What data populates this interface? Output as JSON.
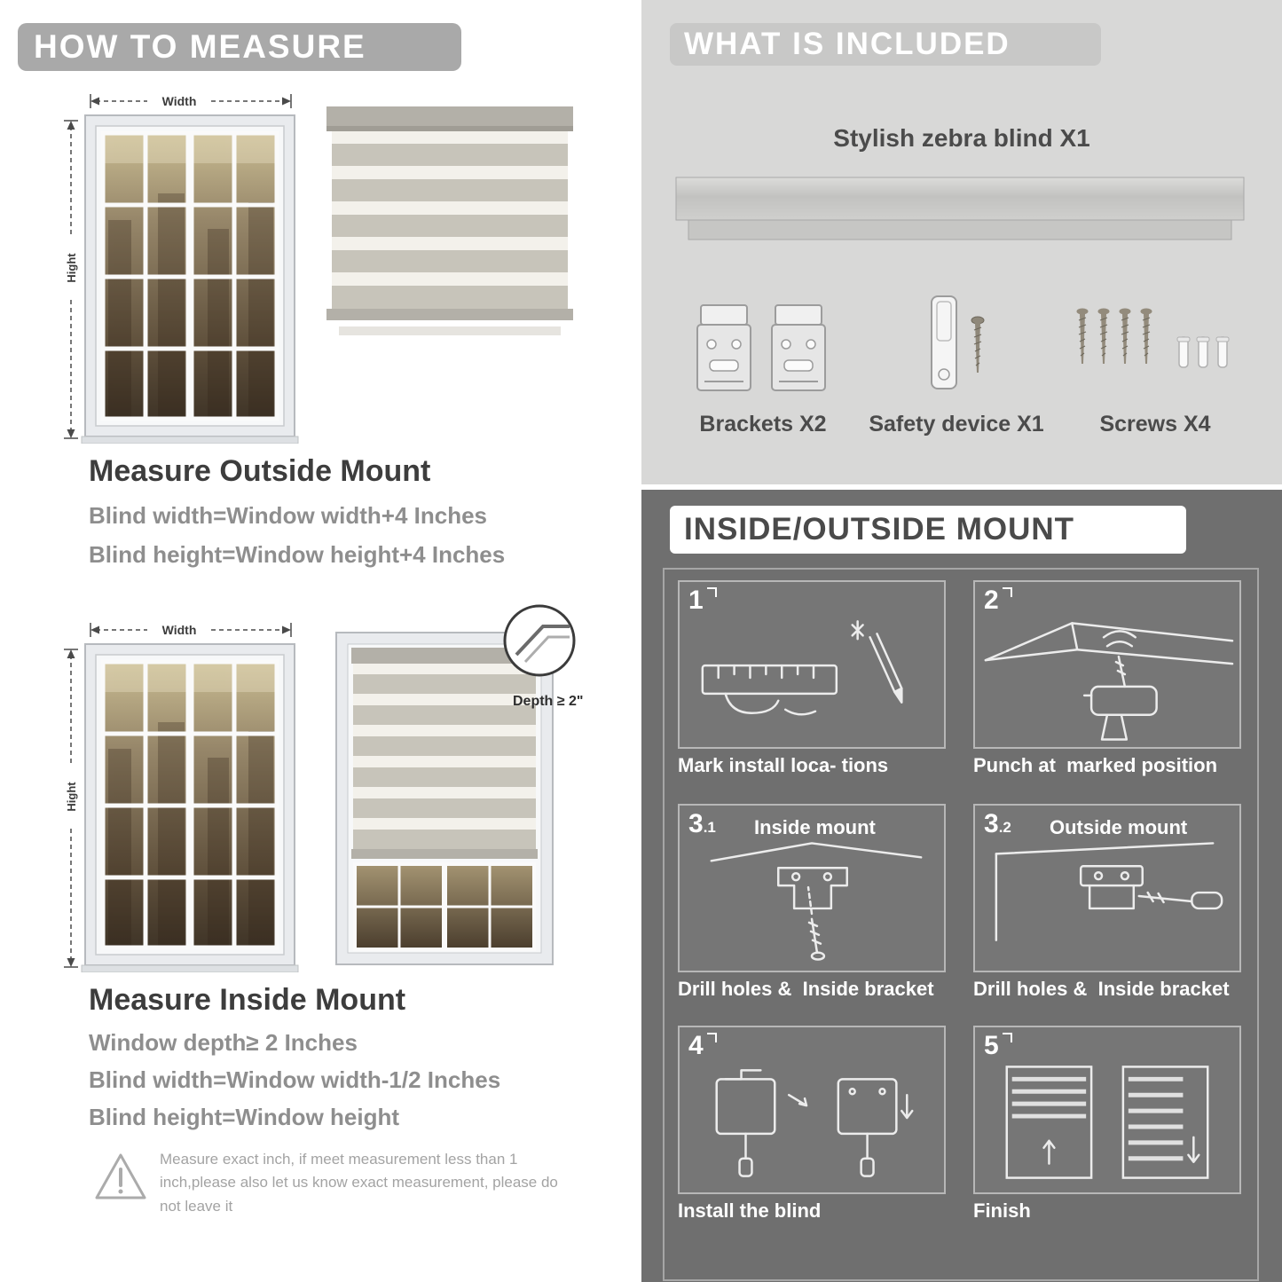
{
  "palette": {
    "light_section_bg": "#d8d8d7",
    "dark_section_bg": "#6f6f6f",
    "banner_gray": "#a9a9a9",
    "heading_text": "#3d3d3d",
    "formula_text": "#8e8e8e",
    "blind_stripe_gray": "#c7c4ba",
    "blind_stripe_sheer": "#f3f1eb"
  },
  "measure": {
    "header": "HOW TO MEASURE",
    "width_label": "Width",
    "height_label": "Hight",
    "outside": {
      "title": "Measure Outside Mount",
      "line1": "Blind width=Window width+4 Inches",
      "line2": "Blind height=Window height+4 Inches"
    },
    "inside": {
      "title": "Measure Inside Mount",
      "depth_callout": "Depth ≥ 2\"",
      "line1": "Window depth≥ 2 Inches",
      "line2": "Blind width=Window width-1/2 Inches",
      "line3": "Blind height=Window height"
    },
    "warning_text": "Measure exact inch, if meet measurement less than 1 inch,please also let us know exact measurement, please do not leave it"
  },
  "included": {
    "header": "WHAT IS INCLUDED",
    "blind_label": "Stylish zebra blind X1",
    "items": [
      {
        "label": "Brackets X2"
      },
      {
        "label": "Safety device X1"
      },
      {
        "label": "Screws X4"
      }
    ]
  },
  "mount": {
    "header": "INSIDE/OUTSIDE MOUNT",
    "steps": [
      {
        "num": "1",
        "sub": "",
        "title": "",
        "caption": "Mark install loca- tions"
      },
      {
        "num": "2",
        "sub": "",
        "title": "",
        "caption": "Punch at  marked position"
      },
      {
        "num": "3",
        "sub": ".1",
        "title": "Inside mount",
        "caption": "Drill holes &  Inside bracket"
      },
      {
        "num": "3",
        "sub": ".2",
        "title": "Outside mount",
        "caption": "Drill holes &  Inside bracket"
      },
      {
        "num": "4",
        "sub": "",
        "title": "",
        "caption": "Install the blind"
      },
      {
        "num": "5",
        "sub": "",
        "title": "",
        "caption": "Finish"
      }
    ]
  }
}
